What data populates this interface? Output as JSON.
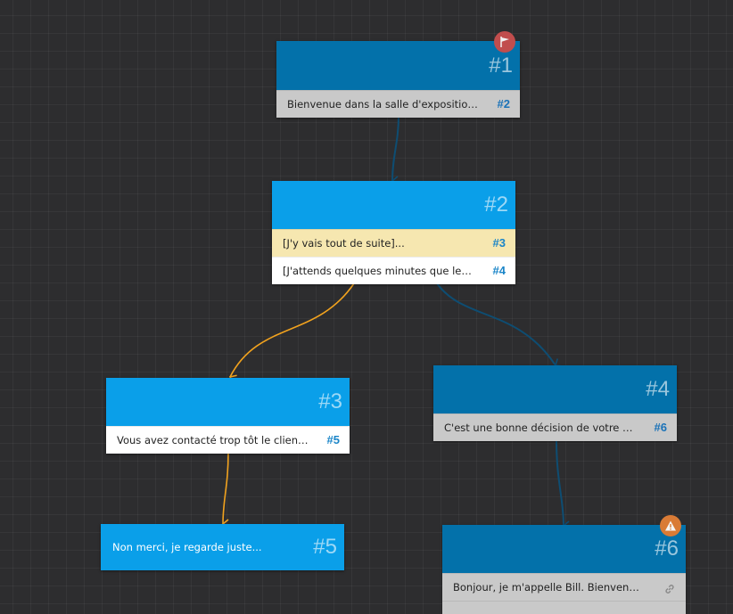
{
  "colors": {
    "background": "#2d2d2f",
    "selected_header": "#0a9fe9",
    "unselected_header": "#0371aa",
    "link_default": "#0e4d72",
    "link_active": "#f1a21e",
    "row_gray": "#c9c9c9",
    "row_white": "#ffffff",
    "row_highlight": "#f6e7b0",
    "row_target_blue": "#1a72b8"
  },
  "nodes": {
    "n1": {
      "number": "#1",
      "badge_icon": "flag-icon",
      "rows": [
        {
          "text": "Bienvenue dans la salle d'exposition du ...",
          "target": "#2"
        }
      ]
    },
    "n2": {
      "number": "#2",
      "rows": [
        {
          "text": "[J'y vais tout de suite]...",
          "target": "#3"
        },
        {
          "text": "[J'attends quelques minutes que le clie...",
          "target": "#4"
        }
      ]
    },
    "n3": {
      "number": "#3",
      "rows": [
        {
          "text": "Vous avez contacté trop tôt le client. Ell...",
          "target": "#5"
        }
      ]
    },
    "n4": {
      "number": "#4",
      "rows": [
        {
          "text": "C'est une bonne décision de votre part ...",
          "target": "#6"
        }
      ]
    },
    "n5": {
      "number": "#5",
      "text": "Non merci, je regarde juste..."
    },
    "n6": {
      "number": "#6",
      "badge_icon": "warning-icon",
      "rows": [
        {
          "text": "Bonjour, je m'appelle Bill. Bienvenue à ...",
          "icon": "link-icon"
        }
      ]
    }
  }
}
